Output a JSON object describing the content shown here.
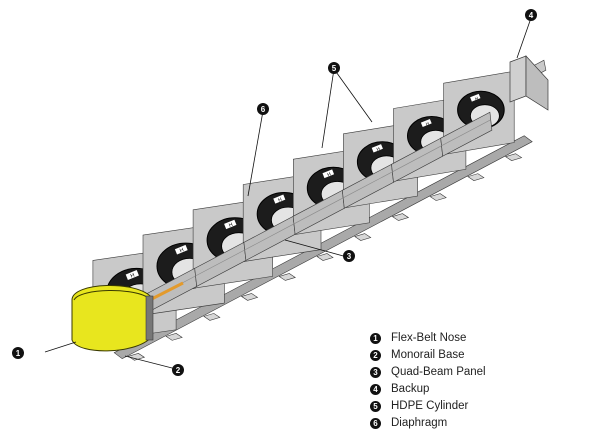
{
  "colors": {
    "nose_yellow": "#e8e61e",
    "cylinder_black": "#1c1c1c",
    "frame_gray": "#c9c9c9",
    "beam_gray": "#a9a9a9",
    "outline": "#3a3a3a",
    "strut_orange": "#e39a2c",
    "callout_black": "#111111"
  },
  "cylinder_text": "H",
  "callouts": [
    {
      "number": "1",
      "label": "Flex-Belt Nose"
    },
    {
      "number": "2",
      "label": "Monorail Base"
    },
    {
      "number": "3",
      "label": "Quad-Beam Panel"
    },
    {
      "number": "4",
      "label": "Backup"
    },
    {
      "number": "5",
      "label": "HDPE Cylinder"
    },
    {
      "number": "6",
      "label": "Diaphragm"
    }
  ]
}
